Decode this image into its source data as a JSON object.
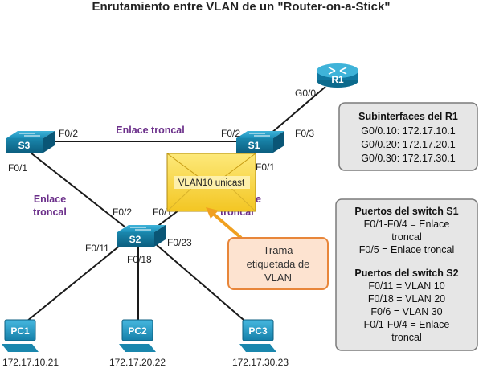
{
  "title": "Enrutamiento entre VLAN de un \"Router-on-a-Stick\"",
  "devices": {
    "r1": "R1",
    "s1": "S1",
    "s2": "S2",
    "s3": "S3",
    "pc1": "PC1",
    "pc2": "PC2",
    "pc3": "PC3"
  },
  "ports": {
    "r1_g00": "G0/0",
    "s3_f02": "F0/2",
    "s3_f01": "F0/1",
    "s1_f02": "F0/2",
    "s1_f03": "F0/3",
    "s1_f01": "F0/1",
    "s2_f02": "F0/2",
    "s2_f01": "F0/1",
    "s2_f011": "F0/11",
    "s2_f018": "F0/18",
    "s2_f023": "F0/23"
  },
  "links": {
    "trunk_s3_s1": "Enlace troncal",
    "trunk_s3_s2_line1": "Enlace",
    "trunk_s3_s2_line2": "troncal",
    "trunk_s1_s2_partial_line1": "e",
    "trunk_s1_s2_partial_line2": "troncal"
  },
  "ips": {
    "pc1": "172.17.10.21",
    "pc2": "172.17.20.22",
    "pc3": "172.17.30.23"
  },
  "frame": {
    "label": "VLAN10 unicast"
  },
  "callout": {
    "line1": "Trama",
    "line2": "etiquetada de",
    "line3": "VLAN"
  },
  "subinterfaces_box": {
    "title": "Subinterfaces del R1",
    "lines": [
      "G0/0.10: 172.17.10.1",
      "G0/0.20: 172.17.20.1",
      "G0/0.30: 172.17.30.1"
    ]
  },
  "ports_box": {
    "s1_title": "Puertos del switch S1",
    "s1_lines": [
      "F0/1-F0/4 = Enlace",
      "troncal",
      "F0/5 = Enlace troncal"
    ],
    "s2_title": "Puertos del switch S2",
    "s2_lines": [
      "F0/11 = VLAN 10",
      "F0/18 = VLAN 20",
      "F0/6 = VLAN 30",
      "F0/1-F0/4 = Enlace",
      "troncal"
    ]
  },
  "colors": {
    "device": "#1b8fb8",
    "device_dark": "#0c6a8c",
    "trunk_label": "#6b2f8a",
    "envelope": "#f9d84a",
    "callout_border": "#e8863a",
    "callout_fill": "#fde3d0",
    "box_fill": "#e6e6e6"
  }
}
